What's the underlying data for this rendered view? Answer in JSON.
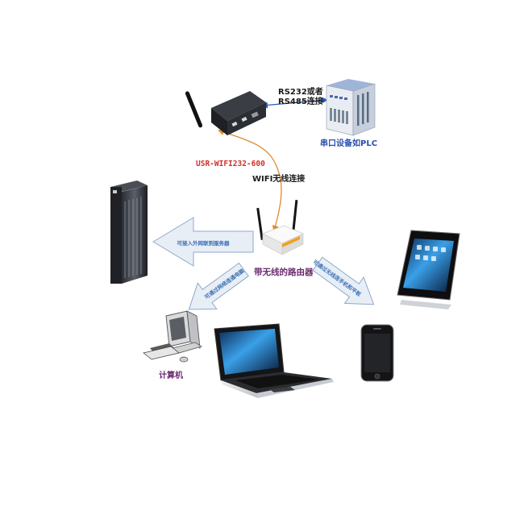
{
  "labels": {
    "rs_link_line1": "RS232或者",
    "rs_link_line2": "RS485连接",
    "serial_device": "串口设备如PLC",
    "device_model": "USR-WIFI232-600",
    "wifi_link": "WIFI无线连接",
    "router": "带无线的路由器",
    "computer": "计算机"
  },
  "arrows": {
    "to_server": "可接入外网联到服务器",
    "to_computer": "可通过网络连通电脑",
    "to_phone": "可通过无线连手机和平板"
  },
  "colors": {
    "rs_link_arrow": "#2a5db0",
    "wifi_link_arrow": "#e08a2e",
    "device_model_text": "#d0302a",
    "router_text": "#6b2a6e",
    "serial_device_text": "#2a4fb0",
    "arrow_fill": "#e8eef6",
    "arrow_stroke": "#8fa8c8"
  },
  "icons": {
    "device": "wifi-serial-server-icon",
    "plc": "plc-icon",
    "router": "wireless-router-icon",
    "server": "server-rack-icon",
    "tablet": "tablet-icon",
    "phone": "smartphone-icon",
    "pc": "desktop-computer-icon",
    "laptop": "laptop-icon"
  }
}
